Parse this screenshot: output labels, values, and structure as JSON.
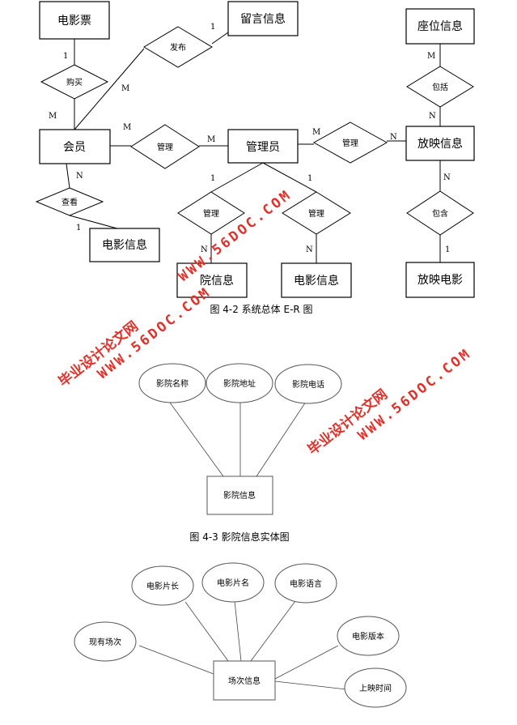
{
  "figure1": {
    "entities": {
      "ticket": "电影票",
      "message": "留言信息",
      "seat": "座位信息",
      "member": "会员",
      "admin": "管理员",
      "show": "放映信息",
      "movie_info": "电影信息",
      "cinema_info": "院信息",
      "movie_info2": "电影信息",
      "show_movie": "放映电影"
    },
    "relations": {
      "buy": "购买",
      "publish": "发布",
      "include_seat": "包括",
      "manage_member": "管理",
      "manage_show": "管理",
      "view": "查看",
      "manage_cinema": "管理",
      "manage_movie": "管理",
      "include_movie": "包含"
    },
    "cardinalities": {
      "ticket_buy": "1",
      "buy_member": "M",
      "member_publish": "M",
      "publish_message": "1",
      "seat_include": "M",
      "include_show": "N",
      "member_manage": "M",
      "manage_admin": "M",
      "admin_manage": "M",
      "manage_show": "N",
      "member_view": "N",
      "view_movie": "1",
      "admin_manage_cinema": "1",
      "manage_cinema_entity": "N",
      "admin_manage_movie": "1",
      "manage_movie_entity": "N",
      "show_include": "N",
      "include_show_movie": "1"
    },
    "caption": "图 4-2 系统总体 E-R 图"
  },
  "figure2": {
    "entity": "影院信息",
    "attributes": [
      "影院名称",
      "影院地址",
      "影院电话"
    ],
    "caption": "图 4-3 影院信息实体图"
  },
  "figure3": {
    "entity": "场次信息",
    "attributes": {
      "length": "电影片长",
      "name": "电影片名",
      "language": "电影语言",
      "current": "现有场次",
      "version": "电影版本",
      "time": "上映时间"
    }
  },
  "watermarks": {
    "label": "毕业设计论文网",
    "url": "WWW.56DOC.COM",
    "colors": {
      "red": "#e0322b"
    }
  }
}
